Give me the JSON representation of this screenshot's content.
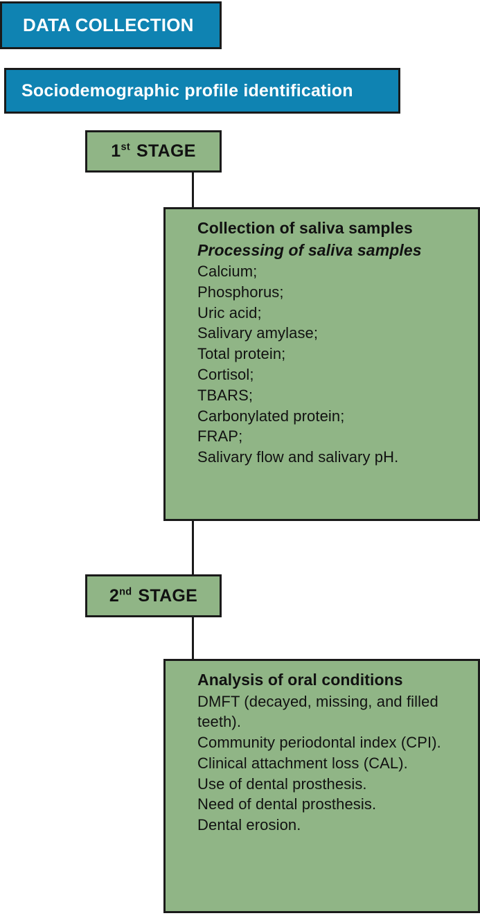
{
  "diagram": {
    "title": "Data collection flowchart",
    "colors": {
      "blue": "#0f83b2",
      "green": "#90b586",
      "border": "#1a1a1a",
      "blue_text": "#ffffff",
      "green_text": "#111111"
    },
    "header_boxes": [
      {
        "id": "data-collection",
        "label": "DATA COLLECTION"
      },
      {
        "id": "sociodemographic",
        "label": "Sociodemographic profile identification"
      }
    ],
    "stages": [
      {
        "id": "stage-1",
        "ordinal_number": "1",
        "ordinal_suffix": "st",
        "word": "STAGE",
        "full_label": "1st STAGE",
        "content": {
          "headings": [
            {
              "text": "Collection of saliva samples",
              "style": "bold"
            },
            {
              "text": "Processing of saliva samples",
              "style": "bold-italic"
            }
          ],
          "items": [
            "Calcium;",
            "Phosphorus;",
            "Uric acid;",
            "Salivary amylase;",
            "Total protein;",
            "Cortisol;",
            "TBARS;",
            "Carbonylated protein;",
            "FRAP;",
            "Salivary flow and salivary pH."
          ]
        }
      },
      {
        "id": "stage-2",
        "ordinal_number": "2",
        "ordinal_suffix": "nd",
        "word": "STAGE",
        "full_label": "2nd STAGE",
        "content": {
          "headings": [
            {
              "text": "Analysis of oral conditions",
              "style": "bold"
            }
          ],
          "items": [
            "DMFT (decayed, missing, and filled teeth).",
            "Community periodontal index (CPI).",
            "Clinical attachment loss (CAL).",
            "Use of dental prosthesis.",
            "Need of dental prosthesis.",
            "Dental erosion."
          ]
        }
      }
    ]
  }
}
